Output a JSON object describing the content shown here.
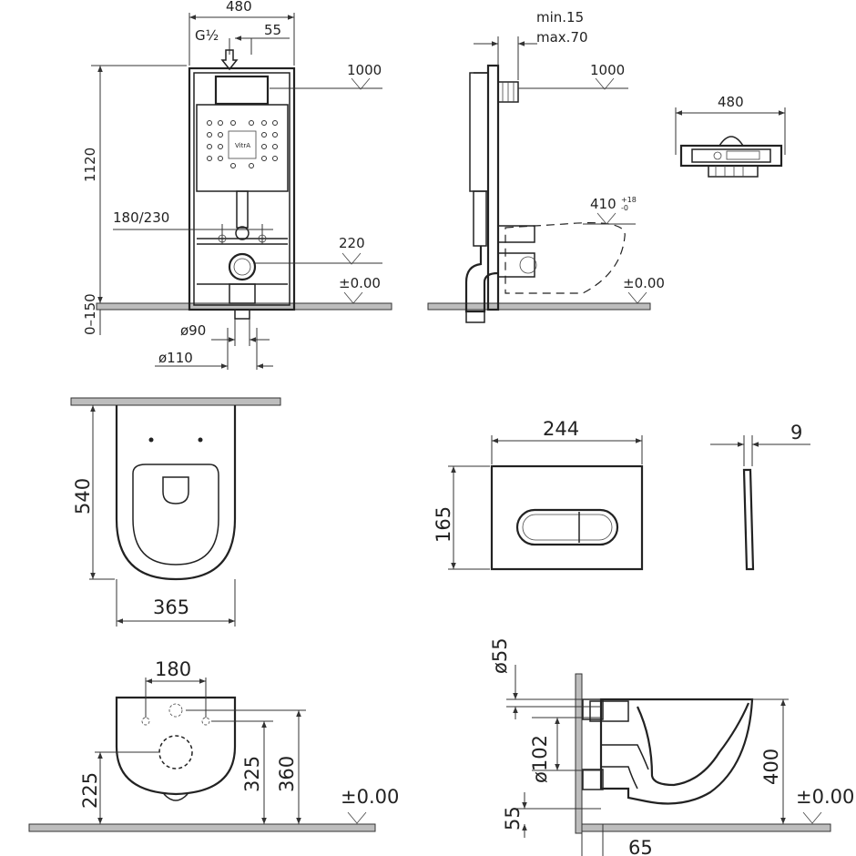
{
  "frame_front": {
    "width": "480",
    "thread": "G½",
    "offset": "55",
    "height": "1120",
    "level_top": "1000",
    "spacing": "180/230",
    "level_mid": "220",
    "level_floor": "±0.00",
    "floor_range": "0–150",
    "d90": "ø90",
    "d110": "ø110",
    "brand": "VitrA"
  },
  "frame_side": {
    "min": "min.15",
    "max": "max.70",
    "level_top": "1000",
    "level_bowl": "410",
    "level_bowl_sup": "+18",
    "level_bowl_sub": "-0",
    "level_floor": "±0.00"
  },
  "frame_top": {
    "width": "480"
  },
  "bowl_top": {
    "length": "540",
    "width": "365"
  },
  "plate": {
    "width": "244",
    "height": "165",
    "depth": "9"
  },
  "bowl_front": {
    "spacing": "180",
    "h225": "225",
    "h325": "325",
    "h360": "360",
    "level_floor": "±0.00"
  },
  "bowl_side": {
    "d55": "ø55",
    "d102": "ø102",
    "h400": "400",
    "h55": "55",
    "w65": "65",
    "level_floor": "±0.00"
  }
}
